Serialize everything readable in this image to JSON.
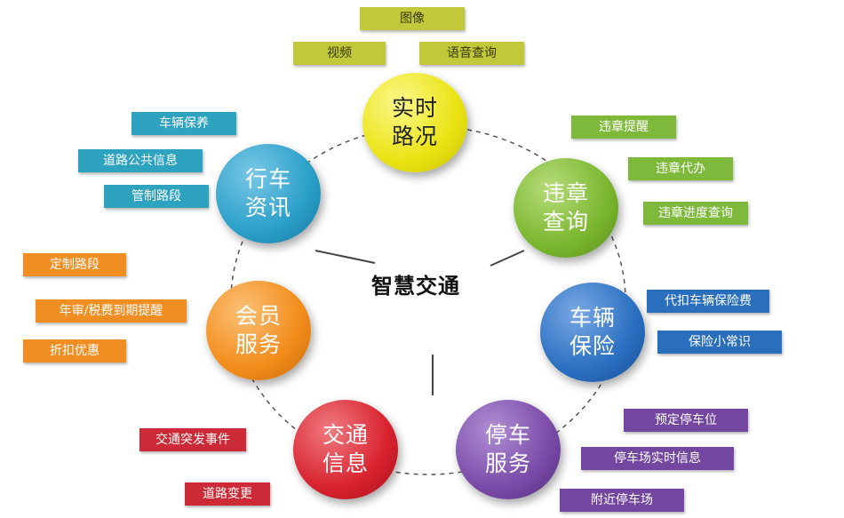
{
  "center_title": "智慧交通",
  "nodes": {
    "traffic": {
      "label": "实时\n路况",
      "color": "#f0ea10"
    },
    "violation": {
      "label": "违章\n查询",
      "color": "#7ab62e"
    },
    "insurance": {
      "label": "车辆\n保险",
      "color": "#2a6fc0"
    },
    "parking": {
      "label": "停车\n服务",
      "color": "#7a4aa8"
    },
    "info": {
      "label": "交通\n信息",
      "color": "#d8222e"
    },
    "member": {
      "label": "会员\n服务",
      "color": "#f28c1a"
    },
    "news": {
      "label": "行车\n资讯",
      "color": "#2a9fc8"
    }
  },
  "tags": {
    "traffic": [
      "图像",
      "视频",
      "语音查询"
    ],
    "violation": [
      "违章提醒",
      "违章代办",
      "违章进度查询"
    ],
    "insurance": [
      "代扣车辆保险费",
      "保险小常识"
    ],
    "parking": [
      "预定停车位",
      "停车场实时信息",
      "附近停车场"
    ],
    "info": [
      "交通突发事件",
      "道路变更"
    ],
    "member": [
      "定制路段",
      "年审/税费到期提醒",
      "折扣优惠"
    ],
    "news": [
      "车辆保养",
      "道路公共信息",
      "管制路段"
    ]
  }
}
